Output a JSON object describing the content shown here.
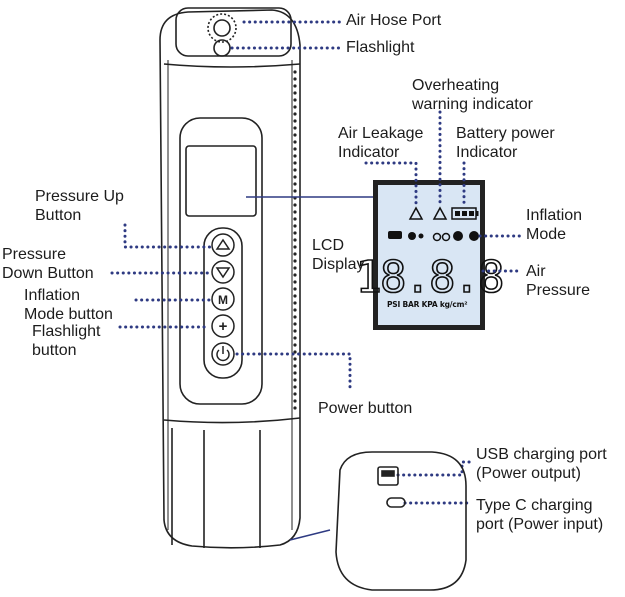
{
  "labels": {
    "air_hose_port": "Air Hose Port",
    "flashlight": "Flashlight",
    "overheating": "Overheating\nwarning indicator",
    "air_leakage": "Air Leakage\nIndicator",
    "battery_power": "Battery power\nIndicator",
    "pressure_up": "Pressure Up\nButton",
    "pressure_down": "Pressure\nDown Button",
    "inflation_mode_button": "Inflation\nMode button",
    "flashlight_button": "Flashlight\nbutton",
    "lcd_display": "LCD\nDisplay",
    "inflation_mode": "Inflation\nMode",
    "air_pressure": "Air\nPressure",
    "power_button": "Power button",
    "usb_port": "USB charging port\n(Power output)",
    "typec_port": "Type C charging\nport (Power input)"
  },
  "lcd": {
    "digits": "18.8.8",
    "units": "PSI BAR KPA kg/cm²"
  },
  "button_glyphs": {
    "mode": "M",
    "flashlight": "+"
  },
  "colors": {
    "leader_line": "#2e3a82",
    "outline": "#222222",
    "lcd_background": "#d9e6f4"
  }
}
